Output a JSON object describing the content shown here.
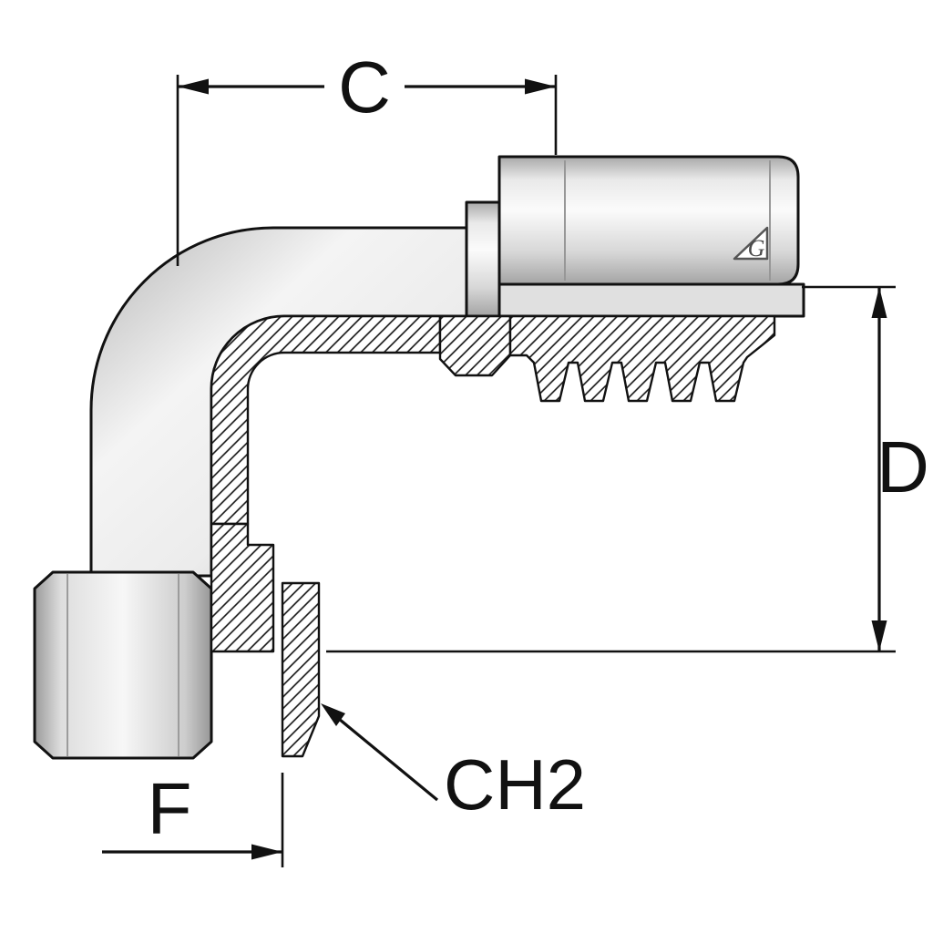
{
  "theme": {
    "background": "#ffffff",
    "line": "#111111"
  },
  "diagram": {
    "colors": {
      "metal_light": "#fbfbfb",
      "metal_mid": "#dcdcdc",
      "metal_dark": "#a8a8a8"
    },
    "labels": {
      "dim_c": "C",
      "dim_d": "D",
      "dim_f": "F",
      "chamfer": "CH2",
      "logo_mark": "G"
    }
  }
}
